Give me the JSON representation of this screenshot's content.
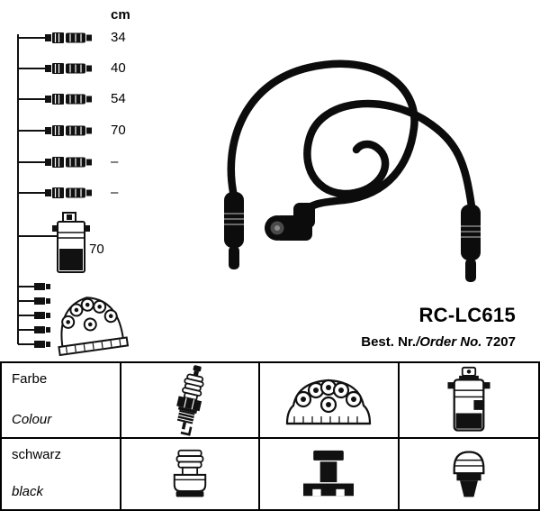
{
  "colors": {
    "ink": "#000000",
    "paper": "#ffffff"
  },
  "length_panel": {
    "unit_label": "cm",
    "cable_lengths": [
      "34",
      "40",
      "54",
      "70",
      "–",
      "–"
    ],
    "coil_length": "70"
  },
  "product": {
    "code": "RC-LC615",
    "order_label_bold": "Best. Nr.",
    "order_label_italic": "/Order No.",
    "order_number": "7207"
  },
  "spec_table": {
    "color_row": {
      "de": "Farbe",
      "en": "Colour"
    },
    "value_row": {
      "de": "schwarz",
      "en": "black"
    },
    "row1_icons": [
      "spark-plug",
      "distributor-cap",
      "ignition-coil"
    ],
    "row2_icons": [
      "spark-plug-connector",
      "distributor-connector",
      "coil-connector"
    ]
  }
}
